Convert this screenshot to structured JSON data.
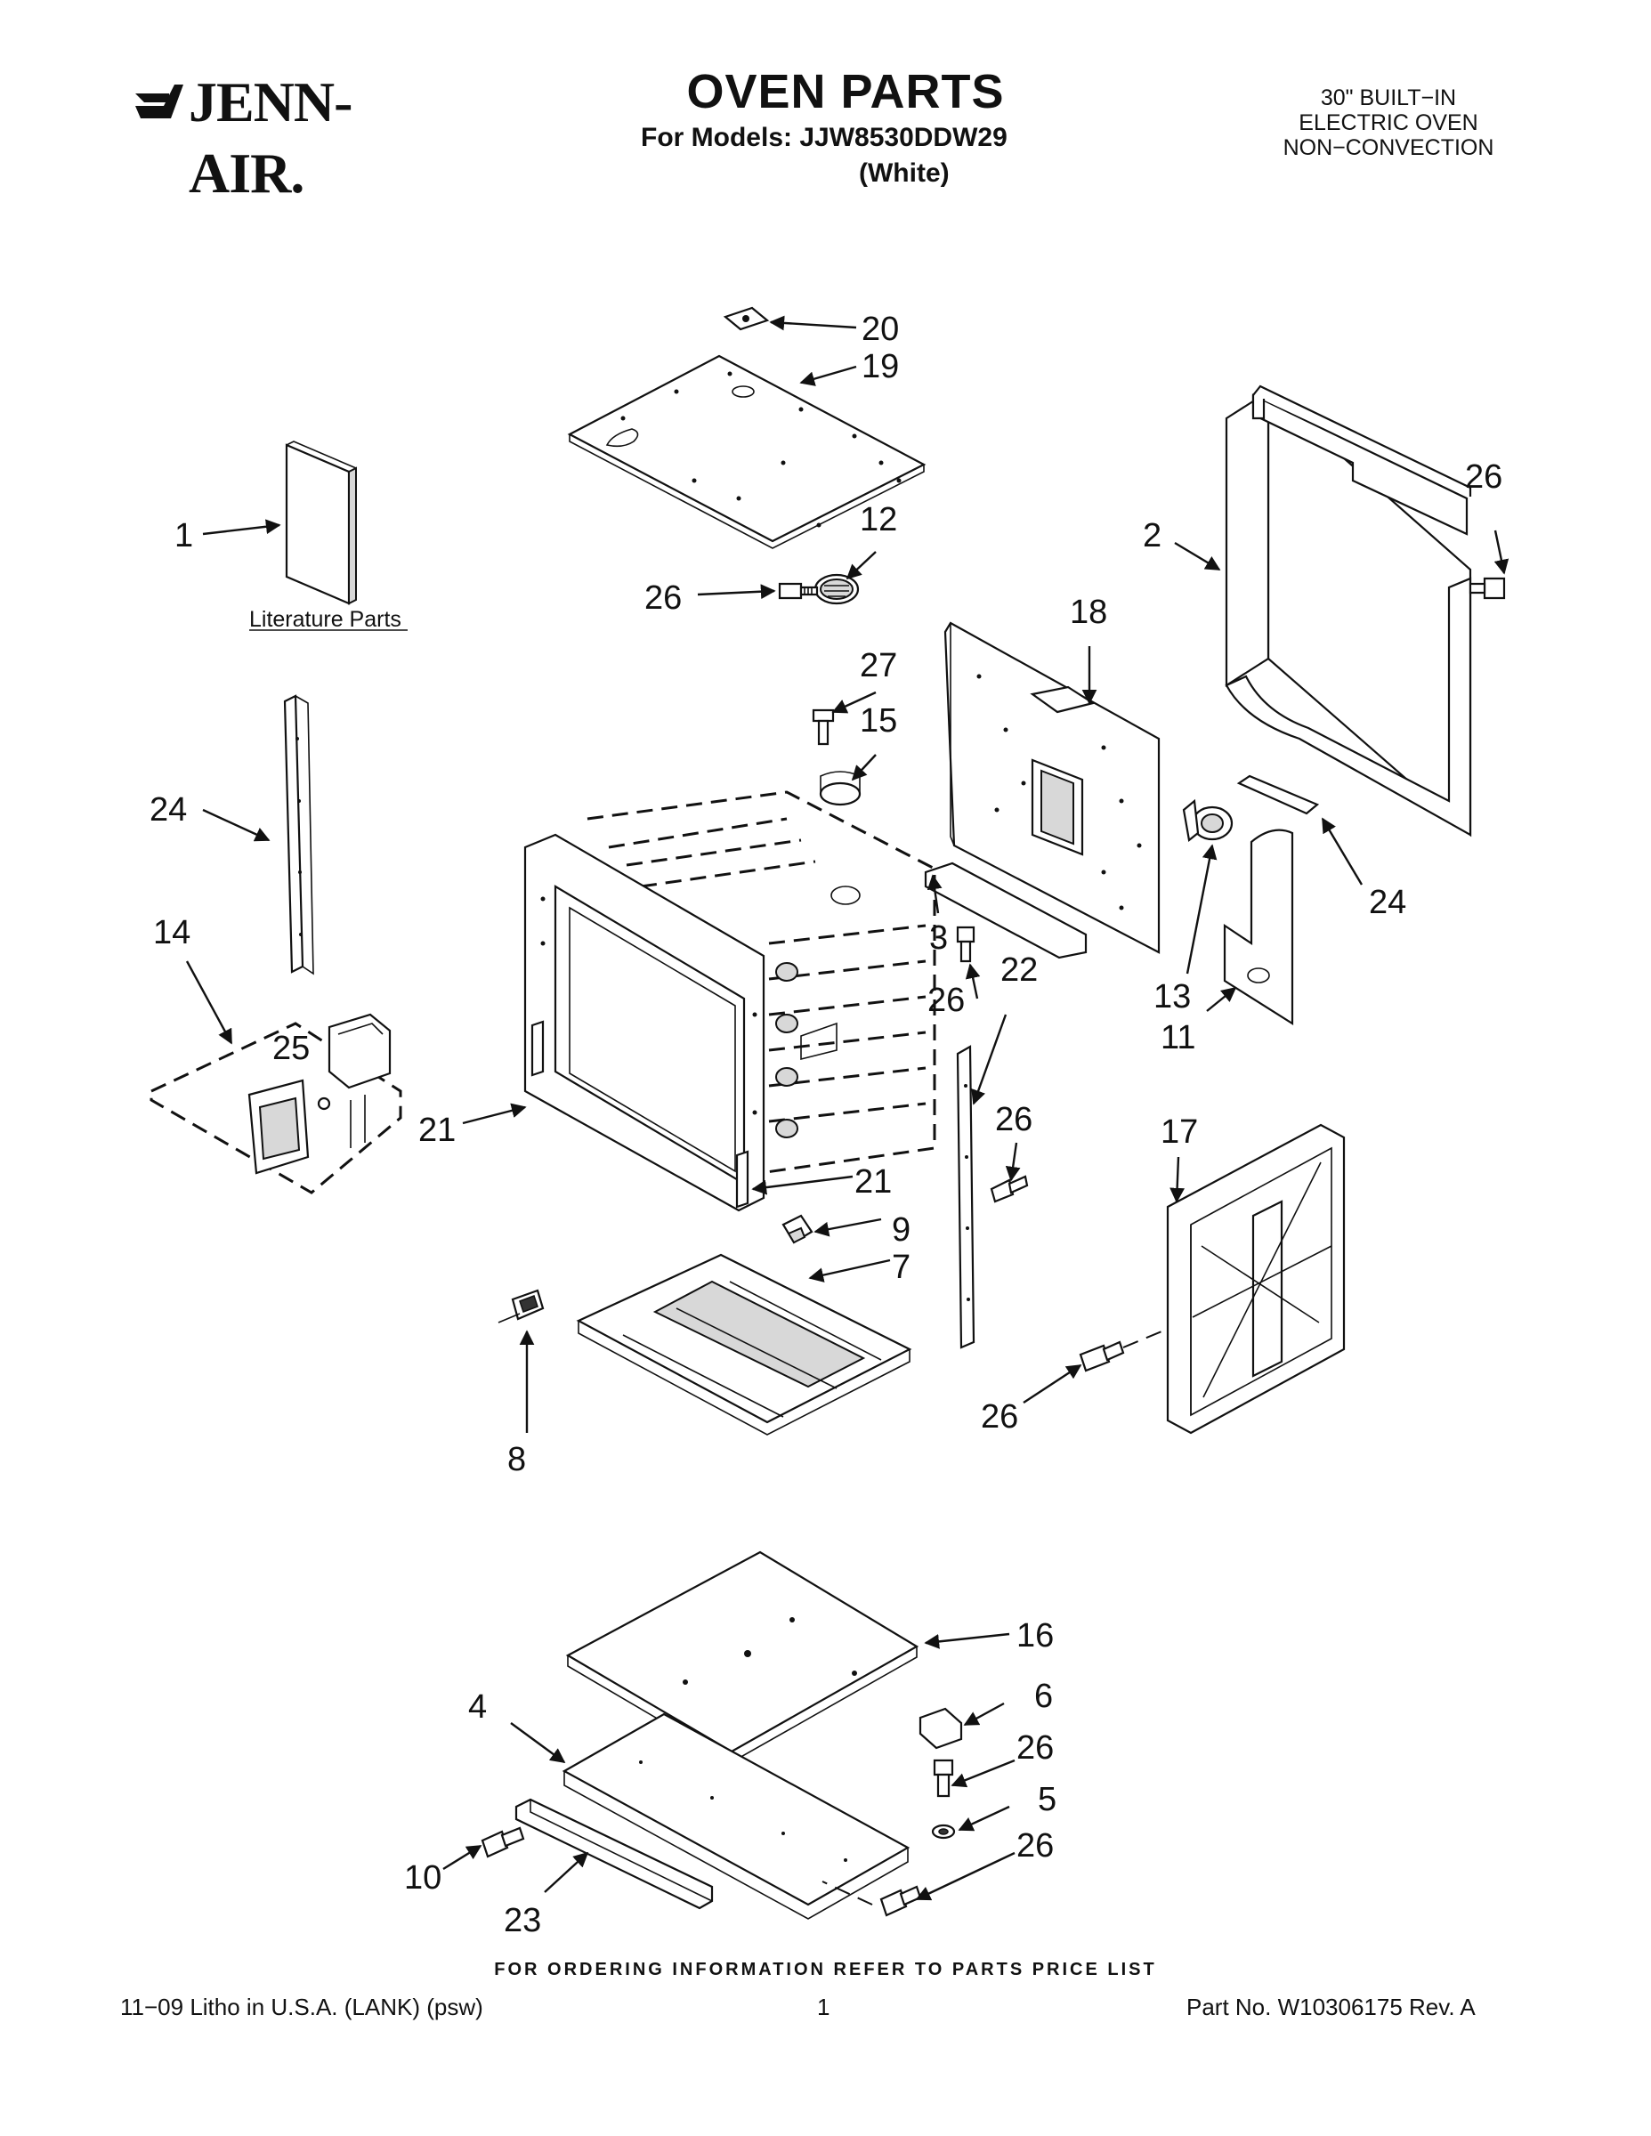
{
  "header": {
    "brand": "JENN-AIR.",
    "title": "OVEN PARTS",
    "models": "For Models: JJW8530DDW29",
    "color": "(White)",
    "type_lines": [
      "30\" BUILT−IN",
      "ELECTRIC OVEN",
      "NON−CONVECTION"
    ]
  },
  "diagram": {
    "literature_label": "Literature Parts",
    "callouts": {
      "c1": "1",
      "c2": "2",
      "c3": "3",
      "c4": "4",
      "c5": "5",
      "c6": "6",
      "c7": "7",
      "c8": "8",
      "c9": "9",
      "c10": "10",
      "c11": "11",
      "c12": "12",
      "c13": "13",
      "c14": "14",
      "c15": "15",
      "c16": "16",
      "c17": "17",
      "c18": "18",
      "c19": "19",
      "c20": "20",
      "c21a": "21",
      "c21b": "21",
      "c22": "22",
      "c23": "23",
      "c24a": "24",
      "c24b": "24",
      "c25": "25",
      "c26a": "26",
      "c26b": "26",
      "c26c": "26",
      "c26d": "26",
      "c26e": "26",
      "c26f": "26",
      "c26g": "26",
      "c27": "27"
    }
  },
  "footer": {
    "ordering": "FOR ORDERING INFORMATION REFER TO PARTS PRICE LIST",
    "litho": "11−09 Litho in U.S.A. (LANK) (psw)",
    "page": "1",
    "part_no": "Part No. W10306175 Rev. A"
  }
}
